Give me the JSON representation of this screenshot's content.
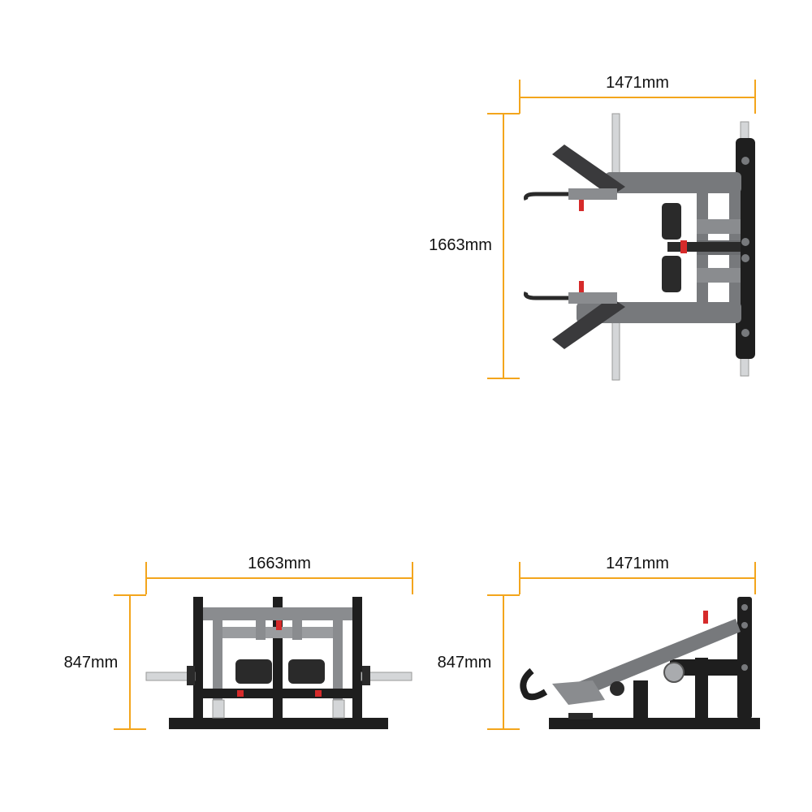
{
  "colors": {
    "dimension_line": "#f3a51c",
    "frame_dark": "#1e1e1e",
    "tube_grey": "#77797c",
    "tube_light": "#a9abae",
    "pad": "#2a2a2a",
    "accent_red": "#d62a2a",
    "bar_silver": "#d4d6d8"
  },
  "views": {
    "top": {
      "width_label": "1471mm",
      "depth_label": "1663mm"
    },
    "front": {
      "width_label": "1663mm",
      "height_label": "847mm"
    },
    "side": {
      "width_label": "1471mm",
      "height_label": "847mm"
    }
  }
}
